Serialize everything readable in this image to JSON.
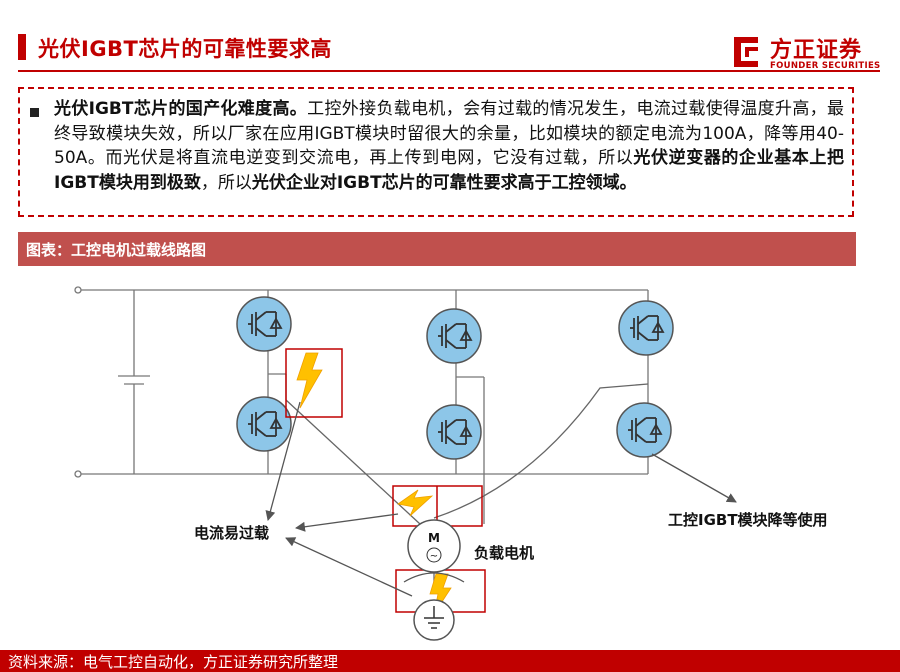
{
  "header": {
    "title": "光伏IGBT芯片的可靠性要求高",
    "logo_name": "方正证券",
    "logo_en": "FOUNDER SECURITIES"
  },
  "note": {
    "lead": "光伏IGBT芯片的国产化难度高。",
    "part1": "工控外接负载电机，会有过载的情况发生，电流过载使得温度升高，最终导致模块失效，所以厂家在应用IGBT模块时留很大的余量，比如模块的额定电流为100A，降等用40-50A。而光伏是将直流电逆变到交流电，再上传到电网，它没有过载，所以",
    "bold1": "光伏逆变器的企业基本上把IGBT模块用到极致",
    "part2": "，所以",
    "bold2": "光伏企业对IGBT芯片的可靠性要求高于工控领域。"
  },
  "figure": {
    "label": "图表：工控电机过载线路图",
    "labels": {
      "overload": "电流易过载",
      "derate": "工控IGBT模块降等使用",
      "motor_load": "负载电机",
      "motor_letter": "M",
      "motor_symbol": "~"
    }
  },
  "footer": {
    "source": "资料来源：电气工控自动化，方正证券研究所整理"
  },
  "colors": {
    "brand_red": "#c00000",
    "band_red": "#c0504d",
    "igbt_fill": "#8dc6e8",
    "bolt": "#ffc000"
  }
}
